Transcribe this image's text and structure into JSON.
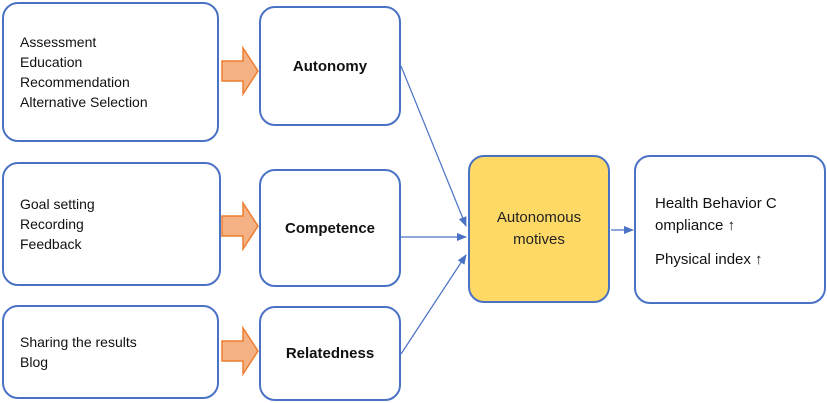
{
  "activities": [
    {
      "lines": [
        "Assessment",
        "Education",
        "Recommendation",
        "Alternative Selection"
      ]
    },
    {
      "lines": [
        "Goal setting",
        "Recording",
        "Feedback"
      ]
    },
    {
      "lines": [
        "Sharing the results",
        "Blog"
      ]
    }
  ],
  "needs": [
    "Autonomy",
    "Competence",
    "Relatedness"
  ],
  "motives": {
    "line1": "Autonomous",
    "line2": "motives"
  },
  "outcomes": {
    "line1": "Health Behavior C",
    "line2": "ompliance  ↑",
    "line3": "Physical index ↑"
  },
  "colors": {
    "border": "#4a72c4",
    "motives_fill": "#ffd966",
    "block_arrow_fill": "#f4b183",
    "block_arrow_stroke": "#ed7d31",
    "connector": "#4a72c4"
  }
}
